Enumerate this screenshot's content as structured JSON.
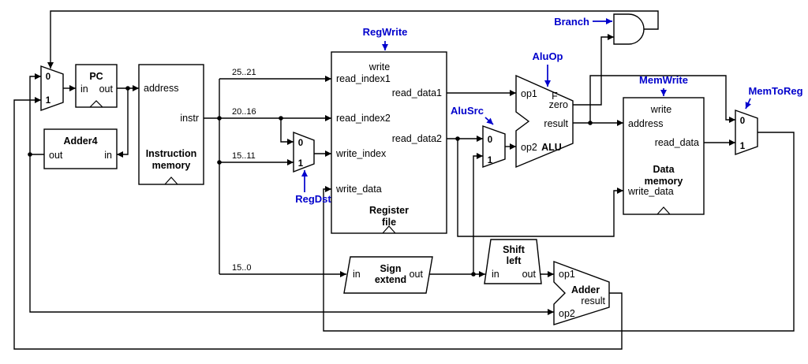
{
  "colors": {
    "wire": "#000000",
    "control": "#0000cc",
    "background": "#ffffff"
  },
  "controls": {
    "regwrite": "RegWrite",
    "branch": "Branch",
    "aluop": "AluOp",
    "alusrc": "AluSrc",
    "memwrite": "MemWrite",
    "memtoreg": "MemToReg",
    "regdst": "RegDst"
  },
  "bit_ranges": {
    "r25_21": "25..21",
    "r20_16": "20..16",
    "r15_11": "15..11",
    "r15_0": "15..0"
  },
  "components": {
    "pc_mux": {
      "in0": "0",
      "in1": "1"
    },
    "pc": {
      "title": "PC",
      "port_in": "in",
      "port_out": "out"
    },
    "adder4": {
      "title": "Adder4",
      "port_out": "out",
      "port_in": "in"
    },
    "instruction_memory": {
      "port_address": "address",
      "port_instr": "instr",
      "title_line1": "Instruction",
      "title_line2": "memory"
    },
    "regdst_mux": {
      "in0": "0",
      "in1": "1"
    },
    "register_file": {
      "port_write": "write",
      "port_read_index1": "read_index1",
      "port_read_data1": "read_data1",
      "port_read_index2": "read_index2",
      "port_read_data2": "read_data2",
      "port_write_index": "write_index",
      "port_write_data": "write_data",
      "title_line1": "Register",
      "title_line2": "file"
    },
    "alusrc_mux": {
      "in0": "0",
      "in1": "1"
    },
    "alu": {
      "port_op1": "op1",
      "port_op2": "op2",
      "port_f": "F",
      "port_zero": "zero",
      "port_result": "result",
      "title": "ALU"
    },
    "data_memory": {
      "port_write": "write",
      "port_address": "address",
      "port_read_data": "read_data",
      "title_line1": "Data",
      "title_line2": "memory",
      "port_write_data": "write_data"
    },
    "memtoreg_mux": {
      "in0": "0",
      "in1": "1"
    },
    "sign_extend": {
      "port_in": "in",
      "title_line1": "Sign",
      "title_line2": "extend",
      "port_out": "out"
    },
    "shift_left": {
      "title_line1": "Shift",
      "title_line2": "left",
      "port_in": "in",
      "port_out": "out"
    },
    "branch_adder": {
      "port_op1": "op1",
      "port_op2": "op2",
      "title": "Adder",
      "port_result": "result"
    }
  }
}
